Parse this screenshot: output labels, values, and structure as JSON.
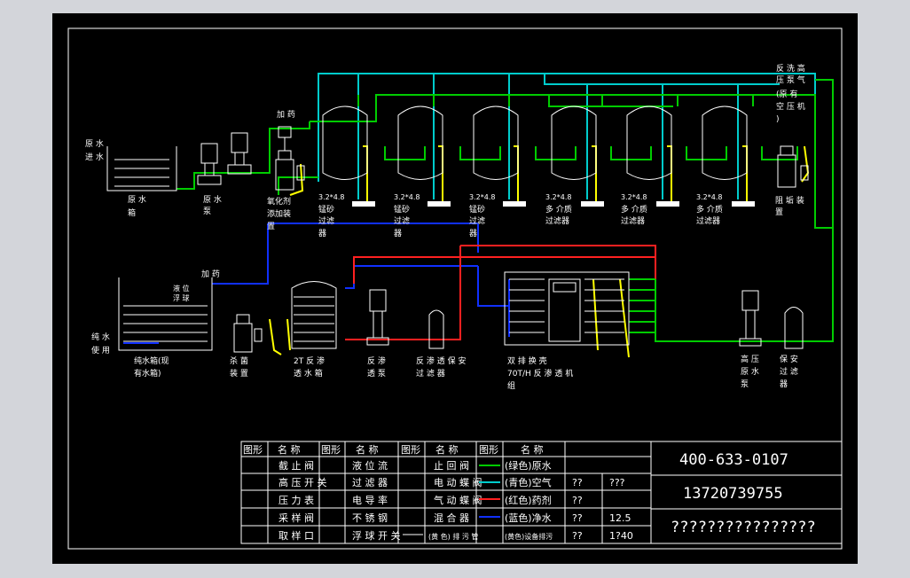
{
  "colors": {
    "background": "#000000",
    "frame": "#ffffff",
    "raw_water": "#00cc00",
    "air": "#00cccc",
    "chemical": "#ff2020",
    "pure_water": "#1030ff",
    "equipment": "#ffff00"
  },
  "top_row": {
    "raw_water_inlet": [
      "原 水",
      "进 水"
    ],
    "raw_water_tank": [
      "原 水",
      "箱"
    ],
    "raw_water_pump": [
      "原 水",
      "泵"
    ],
    "oxidant_dosing": [
      "氧化剂",
      "添加装",
      "置"
    ],
    "filters": [
      {
        "spec": "3.2*4.8",
        "name": [
          "锰砂",
          "过滤",
          "器"
        ]
      },
      {
        "spec": "3.2*4.8",
        "name": [
          "锰砂",
          "过滤",
          "器"
        ]
      },
      {
        "spec": "3.2*4.8",
        "name": [
          "锰砂",
          "过滤",
          "器"
        ]
      },
      {
        "spec": "3.2*4.8",
        "name": [
          "多 介质",
          "过滤器"
        ]
      },
      {
        "spec": "3.2*4.8",
        "name": [
          "多 介质",
          "过滤器"
        ]
      },
      {
        "spec": "3.2*4.8",
        "name": [
          "多 介质",
          "过滤器"
        ]
      }
    ],
    "backwash_label": [
      "反 洗 高",
      "压 泵 气",
      "(原 有",
      "空 压 机",
      ")"
    ],
    "scale_inhibitor": [
      "阻 垢 装",
      "置"
    ],
    "dosing_point_1": "加 药",
    "dosing_point_2": "加 药"
  },
  "bottom_row": {
    "pure_water_outlet": [
      "纯 水",
      "使 用"
    ],
    "pure_water_tank": [
      "纯水箱(现",
      "有水箱)"
    ],
    "tank_valves": [
      "液 位",
      "浮 球"
    ],
    "tank_2t": [
      "2T 反 渗",
      "透 水 箱"
    ],
    "disinfection": [
      "杀 菌",
      "装 置"
    ],
    "ro_pump": [
      "反 渗",
      "透 泵"
    ],
    "security_filter": [
      "反 渗 透 保 安",
      "过 滤 器"
    ],
    "ro_machine": [
      "双 排 换 壳",
      "70T/H 反 渗 透 机",
      "组"
    ],
    "hp_pump": [
      "高 压",
      "原 水",
      "泵"
    ],
    "security_filter_2": [
      "保 安",
      "过 滤",
      "器"
    ]
  },
  "legend": {
    "headers": [
      "图形",
      "名 称",
      "图形",
      "名 称",
      "图形",
      "名 称",
      "图形",
      "名 称"
    ],
    "col1": [
      "截 止 阀",
      "高 压 开 关",
      "压 力 表",
      "采 样 阀",
      "取 样 口"
    ],
    "col2": [
      "液 位 流",
      "过 滤 器",
      "电 导 率",
      "不 锈 钢",
      "浮 球 开 关"
    ],
    "col3": [
      "止 回 阀",
      "电 动 蝶 阀",
      "气 动 蝶 阀",
      "混 合 器",
      "(黄 色) 排 污 管"
    ],
    "col4": [
      "(绿色)原水",
      "(青色)空气",
      "(红色)药剂",
      "(蓝色)净水",
      "(黄色)设备排污"
    ],
    "extra_col1": [
      "??",
      "??",
      "??",
      "??"
    ],
    "extra_col2": [
      "???",
      "",
      "12.5",
      "1?40"
    ]
  },
  "title_block": {
    "phone_1": "400-633-0107",
    "phone_2": "13720739755",
    "title": "????????????????"
  }
}
